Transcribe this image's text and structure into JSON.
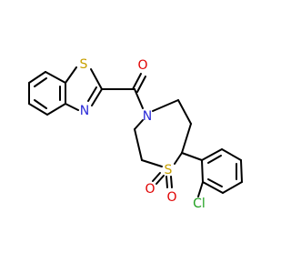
{
  "atoms": {
    "sulfur_thiazole": "S",
    "nitrogen_thiazole": "N",
    "oxygen_carbonyl": "O",
    "nitrogen_ring": "N",
    "sulfur_ring": "S",
    "oxygen_sulfonyl_left": "O",
    "oxygen_sulfonyl_down": "O",
    "chlorine": "Cl"
  },
  "colors": {
    "bond": "#000000",
    "sulfur": "#c8a000",
    "nitrogen": "#2a2ad8",
    "oxygen": "#e00000",
    "chlorine": "#1ea01e"
  }
}
